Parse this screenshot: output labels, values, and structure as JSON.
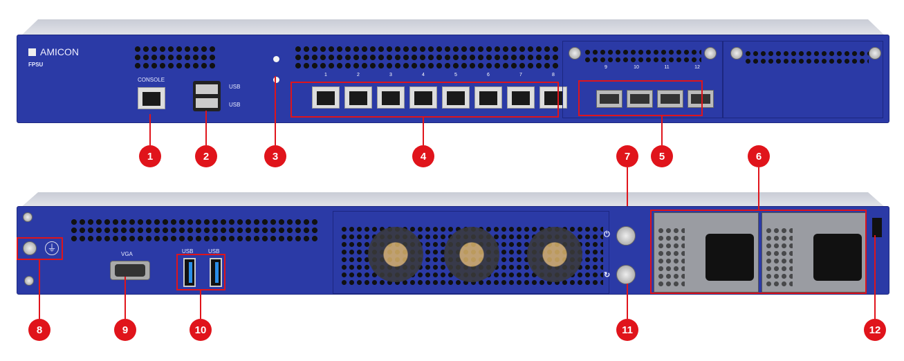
{
  "front": {
    "brand": "AMICON",
    "model": "FPSU",
    "console_label": "CONSOLE",
    "usb_labels": [
      "USB",
      "USB"
    ],
    "rj45_port_numbers": [
      "1",
      "2",
      "3",
      "4",
      "5",
      "6",
      "7",
      "8"
    ],
    "sfp_port_numbers": [
      "9",
      "10",
      "11",
      "12"
    ]
  },
  "rear": {
    "vga_label": "VGA",
    "usb_labels": [
      "USB",
      "USB"
    ],
    "power_symbol": "⏻",
    "reset_symbol": "↻",
    "ground_symbol": "⏚"
  },
  "callouts": [
    "1",
    "2",
    "3",
    "4",
    "5",
    "6",
    "7",
    "8",
    "9",
    "10",
    "11",
    "12"
  ],
  "colors": {
    "chassis": "#2b3aa6",
    "callout": "#e0141b"
  }
}
